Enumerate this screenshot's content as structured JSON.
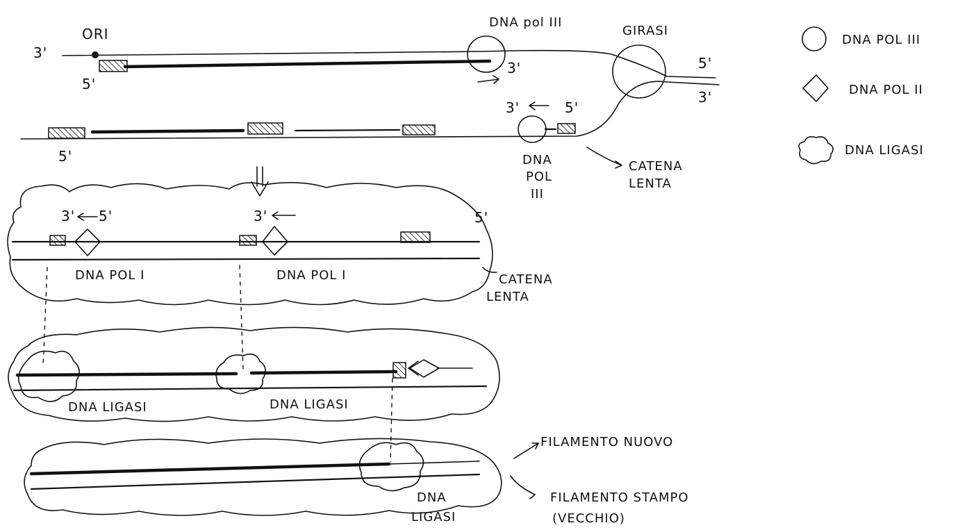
{
  "labels": {
    "ori": "ORI",
    "three_prime": "3'",
    "five_prime": "5'",
    "dna_pol_iii_top": "DNA pol III",
    "girasi": "GIRASI",
    "dna_pol_iii_lower": [
      "DNA",
      "POL",
      "III"
    ],
    "catena_lenta_1": [
      "CATENA",
      "LENTA"
    ],
    "catena_lenta_2": [
      "CATENA",
      "LENTA"
    ],
    "dna_pol_i_1": "DNA POL I",
    "dna_pol_i_2": "DNA POL I",
    "dna_ligasi_1": "DNA LIGASI",
    "dna_ligasi_2": "DNA LIGASI",
    "dna_ligasi_3": [
      "DNA",
      "LIGASI"
    ],
    "filamento_nuovo": "FILAMENTO NUOVO",
    "filamento_stampo": "FILAMENTO STAMPO",
    "vecchio": "(VECCHIO)"
  },
  "legend": [
    {
      "icon": "circle-icon",
      "label": "DNA POL III"
    },
    {
      "icon": "diamond-icon",
      "label": "DNA POL II"
    },
    {
      "icon": "cloud-icon",
      "label": "DNA LIGASI"
    }
  ]
}
